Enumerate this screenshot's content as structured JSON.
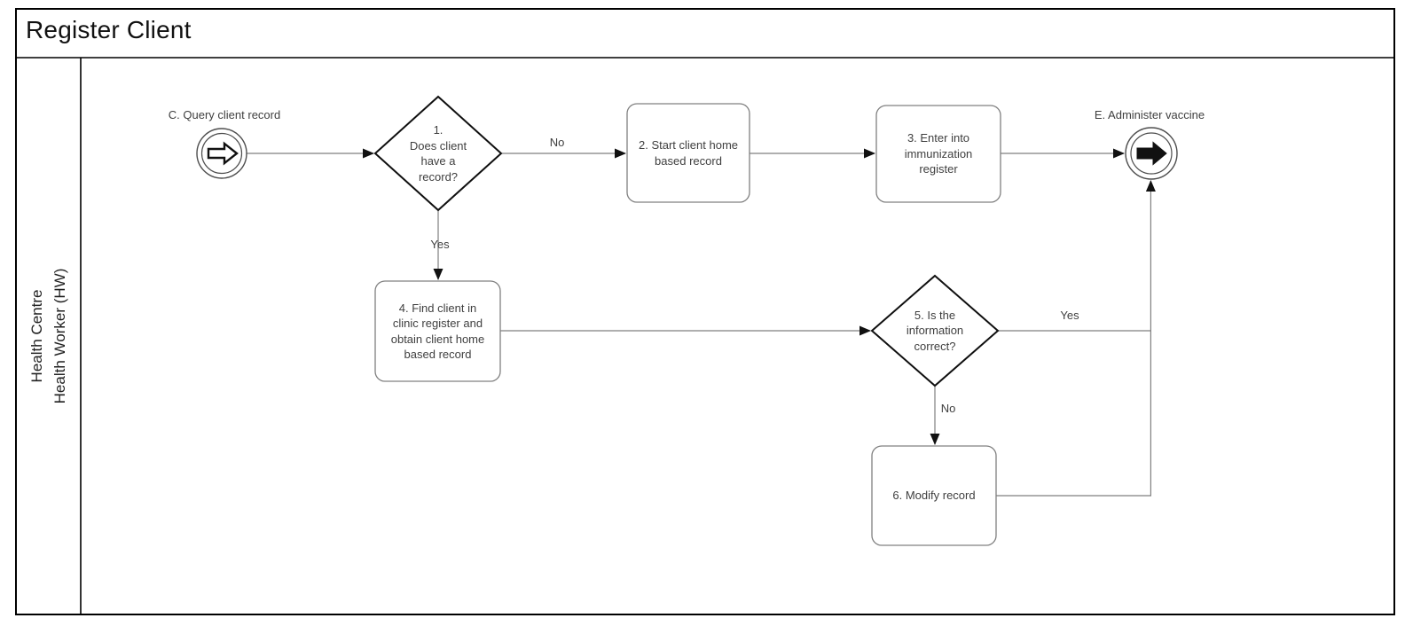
{
  "pool": {
    "title": "Register Client",
    "lane": {
      "label_line1": "Health Centre",
      "label_line2": "Health Worker (HW)"
    }
  },
  "nodes": {
    "start_event": {
      "label": "C. Query client record",
      "icon": "link-arrow-outline-icon"
    },
    "gateway_1": {
      "label": "1.\nDoes client\nhave a\nrecord?"
    },
    "task_2": {
      "label": "2. Start client home\nbased record"
    },
    "task_3": {
      "label": "3. Enter into\nimmunization\nregister"
    },
    "task_4": {
      "label": "4. Find client in\nclinic register and\nobtain client home\nbased record"
    },
    "gateway_5": {
      "label": "5. Is the\ninformation\ncorrect?"
    },
    "task_6": {
      "label": "6. Modify record"
    },
    "end_event": {
      "label": "E. Administer vaccine",
      "icon": "link-arrow-filled-icon"
    }
  },
  "edge_labels": {
    "gateway_1_no": "No",
    "gateway_1_yes": "Yes",
    "gateway_5_yes": "Yes",
    "gateway_5_no": "No"
  },
  "colors": {
    "frame_border": "#000000",
    "gateway_border": "#0f0f0f",
    "task_border": "#808080",
    "event_border": "#4d4d4d",
    "connector": "#7f7f7f",
    "arrowhead": "#111111",
    "node_text": "#3f3f3f",
    "title_text": "#111111"
  }
}
